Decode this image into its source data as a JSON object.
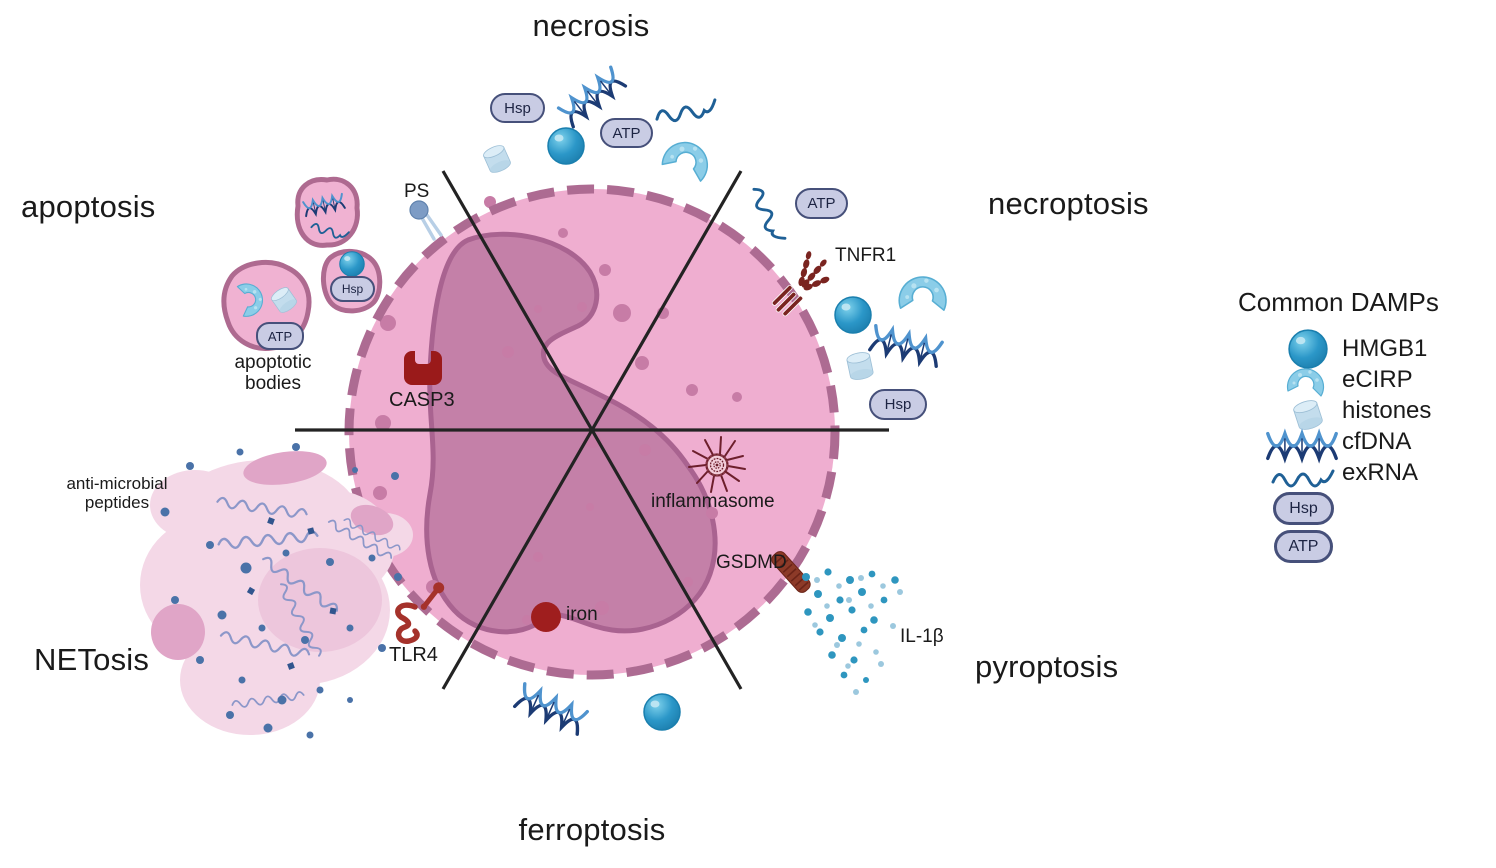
{
  "figure": {
    "sectors": {
      "necrosis": "necrosis",
      "necroptosis": "necroptosis",
      "pyroptosis": "pyroptosis",
      "ferroptosis": "ferroptosis",
      "netosis": "NETosis",
      "apoptosis": "apoptosis"
    },
    "annotations": {
      "ps": "PS",
      "tnfr1": "TNFR1",
      "casp3": "CASP3",
      "inflammasome": "inflammasome",
      "gsdmd": "GSDMD",
      "il1b": "IL-1β",
      "iron": "iron",
      "tlr4": "TLR4",
      "apoptotic_bodies_line1": "apoptotic",
      "apoptotic_bodies_line2": "bodies",
      "amp_line1": "anti-microbial",
      "amp_line2": "peptides"
    },
    "pills": {
      "hsp": "Hsp",
      "atp": "ATP"
    },
    "legend": {
      "title": "Common DAMPs",
      "items": [
        {
          "name": "HMGB1",
          "icon": "hmgb1-sphere-icon"
        },
        {
          "name": "eCIRP",
          "icon": "ecirp-blob-icon"
        },
        {
          "name": "histones",
          "icon": "histone-cylinder-icon"
        },
        {
          "name": "cfDNA",
          "icon": "dna-helix-icon"
        },
        {
          "name": "exRNA",
          "icon": "rna-wave-icon"
        }
      ],
      "pills": [
        "Hsp",
        "ATP"
      ]
    },
    "colors": {
      "cell_fill": "#efaed0",
      "nucleus_fill": "#c480a8",
      "nucleus_border": "#a96390",
      "membrane_dash": "#ad6b92",
      "granule": "#c77ca6",
      "sector_line": "#232323",
      "hmgb1_blue": "#2b97c8",
      "ecirp_blue": "#8bcde8",
      "histone_blue": "#c3dded",
      "dna_navy": "#1c3b74",
      "dna_light": "#4f93ce",
      "rna_blue": "#1f6096",
      "receptor_maroon": "#7a2420",
      "casp3_red": "#9a1a1a",
      "gsdmd_brick": "#8c3a28",
      "tlr4_red": "#a5322b",
      "iron_red": "#9f1e1e",
      "inflammasome_maroon": "#6d1f2c",
      "pill_fill": "#c9cce4",
      "pill_border": "#46507a",
      "net_cloud": "#f4d8e7",
      "net_blob": "#e0a5c7",
      "net_dot": "#4a72a8",
      "net_strand": "#8c97c9",
      "il1b_teal": "#2e96bf",
      "il1b_light": "#9cc8de",
      "ps_head": "#7d9cc5",
      "text": "#1a1a1a"
    }
  }
}
